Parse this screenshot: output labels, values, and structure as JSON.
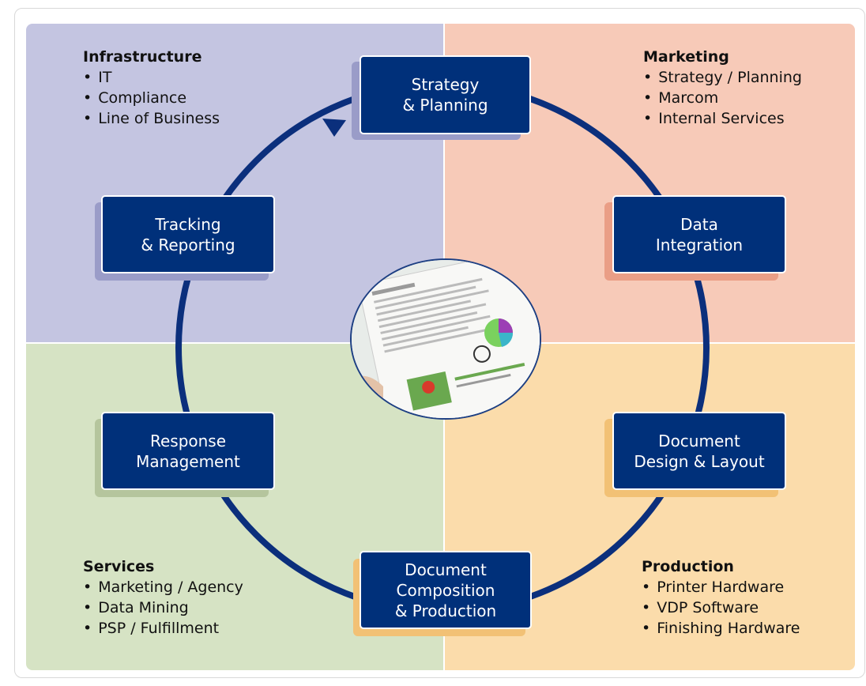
{
  "quadrants": {
    "infrastructure": {
      "title": "Infrastructure",
      "items": [
        "IT",
        "Compliance",
        "Line of Business"
      ]
    },
    "marketing": {
      "title": "Marketing",
      "items": [
        "Strategy / Planning",
        "Marcom",
        "Internal Services"
      ]
    },
    "services": {
      "title": "Services",
      "items": [
        "Marketing / Agency",
        "Data Mining",
        "PSP / Fulfillment"
      ]
    },
    "production": {
      "title": "Production",
      "items": [
        "Printer Hardware",
        "VDP Software",
        "Finishing Hardware"
      ]
    }
  },
  "cycle": {
    "strategy": "Strategy\n& Planning",
    "data_integration": "Data\nIntegration",
    "document_design": "Document\nDesign & Layout",
    "document_composition": "Document\nComposition\n& Production",
    "response_management": "Response\nManagement",
    "tracking": "Tracking\n& Reporting"
  },
  "center_image": {
    "description_icon": "printed-document-photo"
  },
  "colors": {
    "box": "#00307a",
    "ring": "#0b2f7c",
    "infrastructure": "#c4c5e1",
    "marketing": "#f7cab8",
    "services": "#d6e3c4",
    "production": "#fbdcab"
  }
}
